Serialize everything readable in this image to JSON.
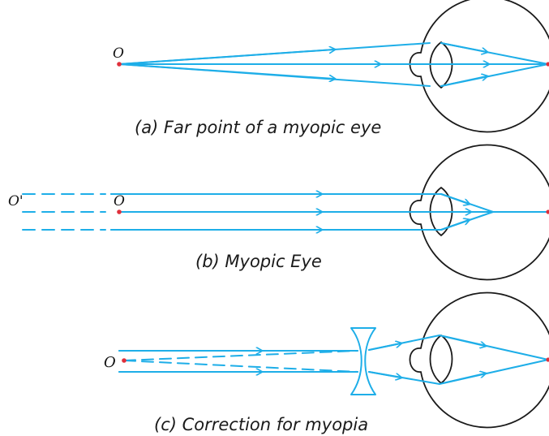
{
  "colors": {
    "ray": "#1eaee8",
    "eye_outline": "#1a1a1a",
    "point": "#e0303c",
    "background": "#ffffff"
  },
  "panels": {
    "a": {
      "caption": "(a) Far point of a myopic eye",
      "point_label": "O"
    },
    "b": {
      "caption": "(b) Myopic Eye",
      "point_label": "O",
      "far_point_label": "O'"
    },
    "c": {
      "caption": "(c) Correction for myopia",
      "point_label": "O"
    }
  }
}
